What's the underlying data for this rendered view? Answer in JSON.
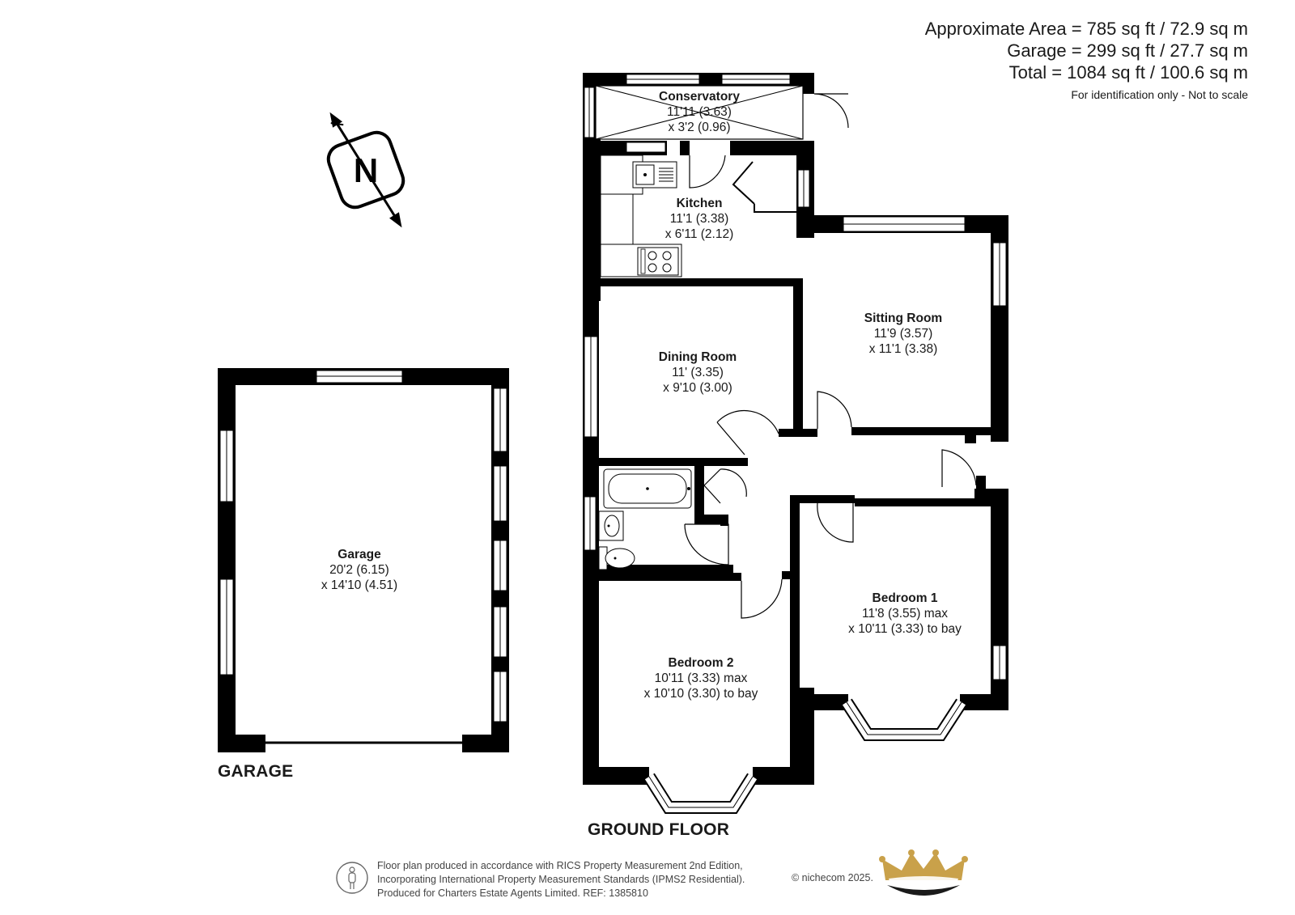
{
  "area_summary": {
    "approximate": "Approximate Area = 785 sq ft / 72.9 sq m",
    "garage": "Garage = 299 sq ft / 27.7 sq m",
    "total": "Total = 1084 sq ft / 100.6 sq m",
    "note": "For identification only - Not to scale"
  },
  "compass": {
    "letter": "N",
    "icon": "north-arrow-icon"
  },
  "rooms": {
    "conservatory": {
      "name": "Conservatory",
      "dim1": "11'11 (3.63)",
      "dim2": "x 3'2 (0.96)"
    },
    "kitchen": {
      "name": "Kitchen",
      "dim1": "11'1 (3.38)",
      "dim2": "x 6'11 (2.12)"
    },
    "sitting": {
      "name": "Sitting Room",
      "dim1": "11'9 (3.57)",
      "dim2": "x 11'1 (3.38)"
    },
    "dining": {
      "name": "Dining Room",
      "dim1": "11' (3.35)",
      "dim2": "x 9'10 (3.00)"
    },
    "bedroom1": {
      "name": "Bedroom 1",
      "dim1": "11'8 (3.55) max",
      "dim2": "x 10'11 (3.33) to bay"
    },
    "bedroom2": {
      "name": "Bedroom 2",
      "dim1": "10'11 (3.33) max",
      "dim2": "x 10'10 (3.30) to bay"
    },
    "garage": {
      "name": "Garage",
      "dim1": "20'2 (6.15)",
      "dim2": "x 14'10 (4.51)"
    }
  },
  "floor_labels": {
    "garage": "GARAGE",
    "ground": "GROUND FLOOR"
  },
  "footer": {
    "line1": "Floor plan produced in accordance with RICS Property Measurement 2nd Edition,",
    "line2": "Incorporating International Property Measurement Standards (IPMS2 Residential).",
    "line3": "Produced for Charters Estate Agents Limited.   REF: 1385810",
    "copyright": "© nichecom 2025."
  },
  "colors": {
    "wall": "#000000",
    "window": "#ffffff",
    "logo_gold": "#c9a14a",
    "logo_dark": "#1a1a1a"
  }
}
